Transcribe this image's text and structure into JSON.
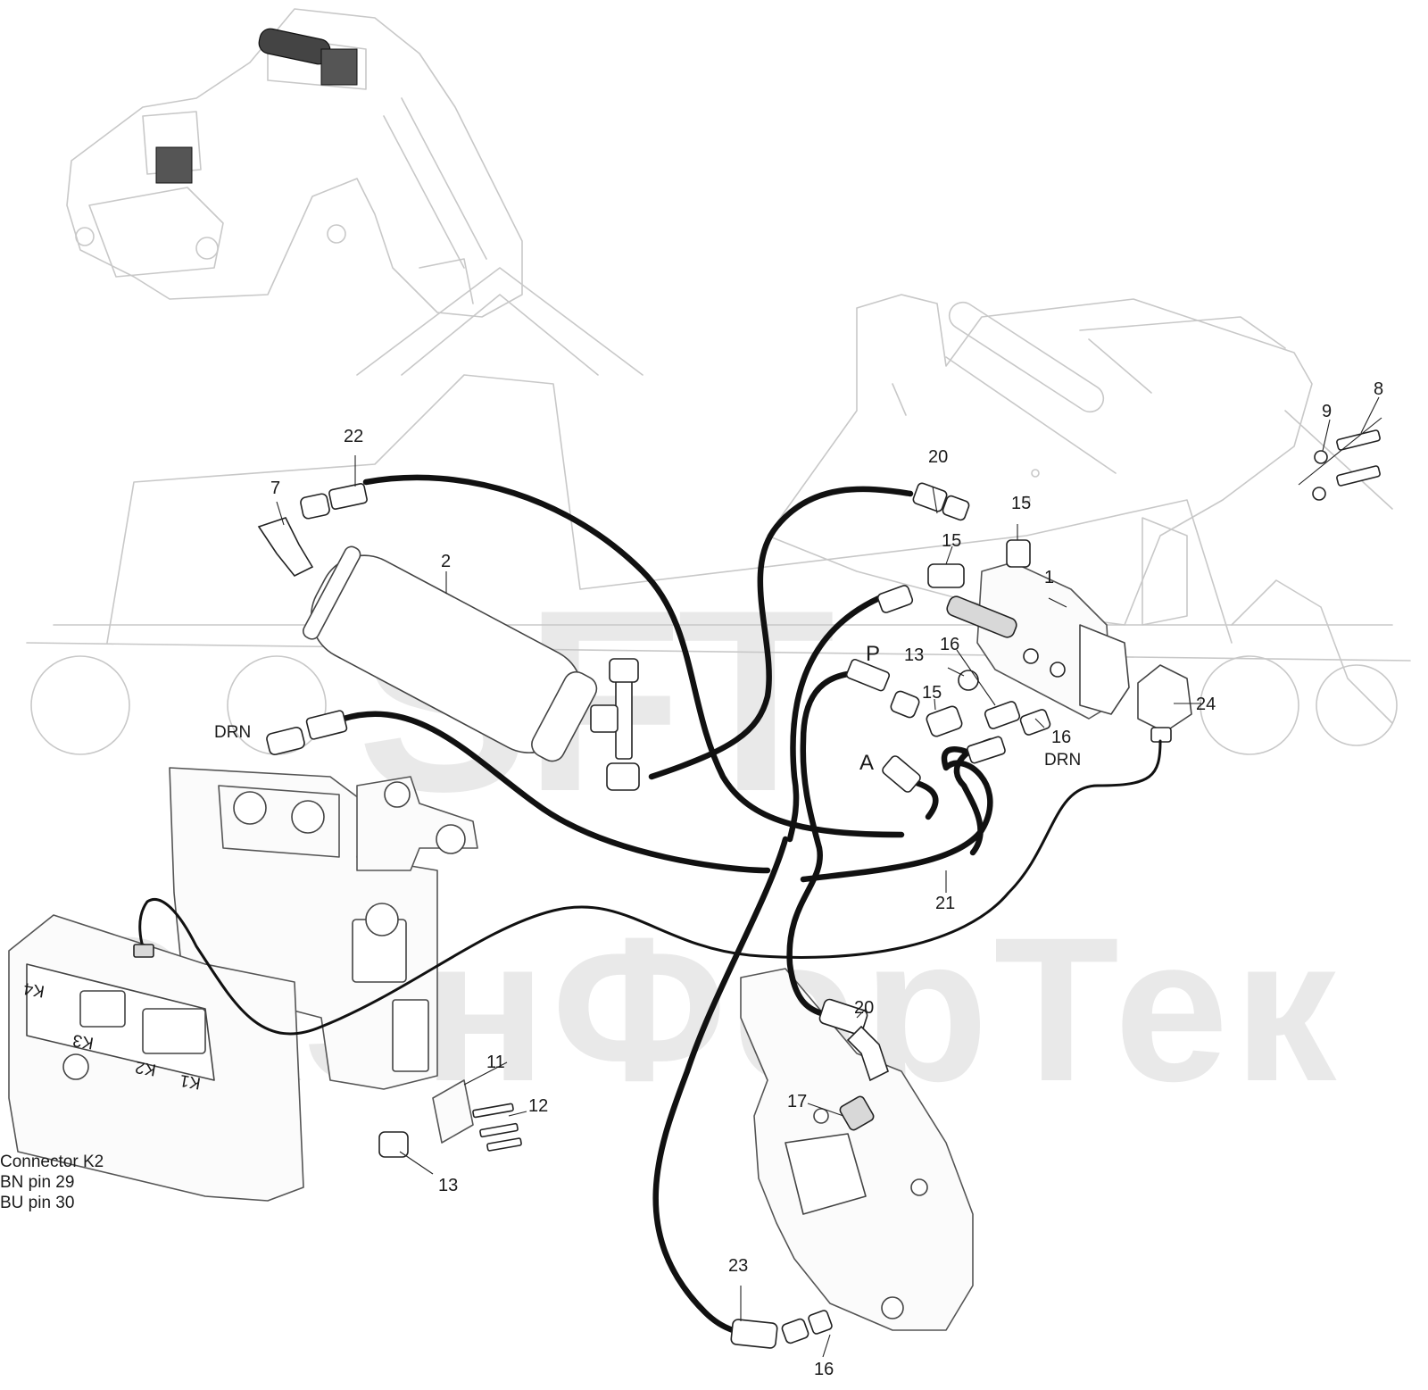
{
  "watermark": {
    "brand": "SFT",
    "name": "СкэнФорТек"
  },
  "callouts": [
    {
      "id": "c1",
      "text": "1"
    },
    {
      "id": "c2",
      "text": "2"
    },
    {
      "id": "c7",
      "text": "7"
    },
    {
      "id": "c8",
      "text": "8"
    },
    {
      "id": "c9",
      "text": "9"
    },
    {
      "id": "c11",
      "text": "11"
    },
    {
      "id": "c12",
      "text": "12"
    },
    {
      "id": "c13a",
      "text": "13"
    },
    {
      "id": "c13b",
      "text": "13"
    },
    {
      "id": "c15a",
      "text": "15"
    },
    {
      "id": "c15b",
      "text": "15"
    },
    {
      "id": "c15c",
      "text": "15"
    },
    {
      "id": "c16a",
      "text": "16"
    },
    {
      "id": "c16b",
      "text": "16"
    },
    {
      "id": "c16c",
      "text": "16"
    },
    {
      "id": "c17",
      "text": "17"
    },
    {
      "id": "c20a",
      "text": "20"
    },
    {
      "id": "c20b",
      "text": "20"
    },
    {
      "id": "c21",
      "text": "21"
    },
    {
      "id": "c22",
      "text": "22"
    },
    {
      "id": "c23",
      "text": "23"
    },
    {
      "id": "c24",
      "text": "24"
    }
  ],
  "port_labels": {
    "p": "P",
    "a": "A",
    "drn_left": "DRN",
    "drn_right": "DRN"
  },
  "connector_note": {
    "line1": "Connector K2",
    "line2": "BN pin 29",
    "line3": "BU pin 30"
  },
  "ecu_labels": {
    "k4": "K4",
    "k3": "K3",
    "k2": "K2",
    "k1": "K1"
  }
}
